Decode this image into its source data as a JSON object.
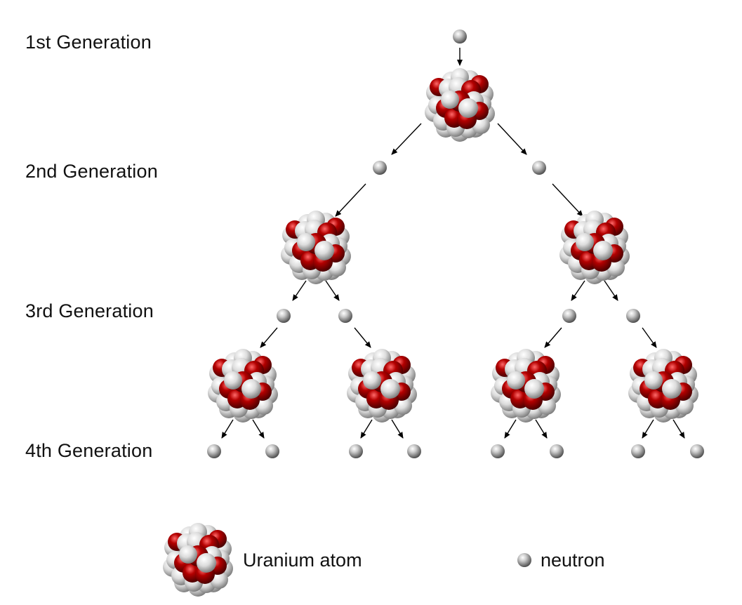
{
  "generations": [
    {
      "label": "1st Generation"
    },
    {
      "label": "2nd Generation"
    },
    {
      "label": "3rd Generation"
    },
    {
      "label": "4th Generation"
    }
  ],
  "legend": {
    "atom_label": "Uranium atom",
    "neutron_label": "neutron"
  },
  "colors": {
    "red": "#b30000",
    "gray": "#c9c9c9",
    "arrow": "#000000"
  }
}
